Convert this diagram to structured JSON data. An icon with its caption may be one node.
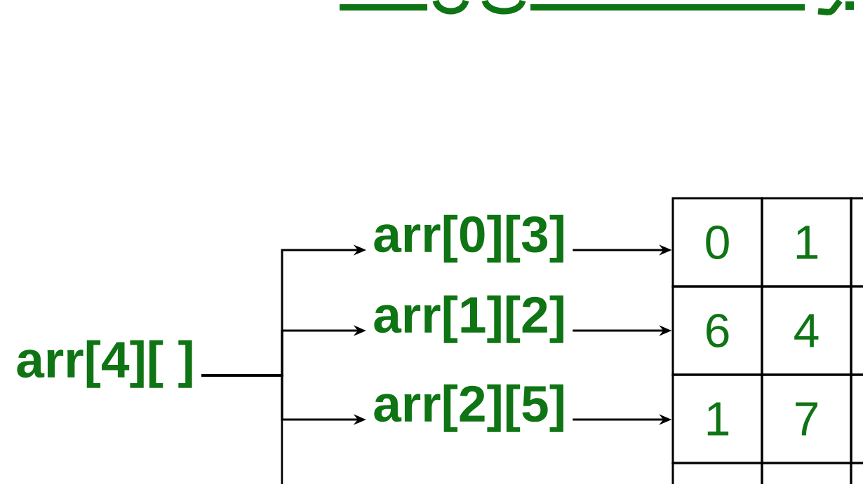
{
  "diagram": {
    "nodes": [
      {
        "text": [
          "arr[4][ ]"
        ]
      },
      {
        "text": [
          "arr[0][3]"
        ]
      },
      {
        "text": [
          "arr[1][2]"
        ]
      },
      {
        "text": [
          "arr[2][5]"
        ]
      },
      {
        "text": [
          "0"
        ]
      },
      {
        "text": [
          "1"
        ]
      },
      {
        "text": [
          "6"
        ]
      },
      {
        "text": [
          "4"
        ]
      },
      {
        "text": [
          "1"
        ]
      },
      {
        "text": [
          "7"
        ]
      }
    ],
    "edges": [
      {
        "from": 0,
        "to": 1,
        "arrow": "to"
      },
      {
        "from": 0,
        "to": 2,
        "arrow": "to"
      },
      {
        "from": 0,
        "to": 3,
        "arrow": "to"
      },
      {
        "from": 0,
        "to": null,
        "arrow": "none"
      },
      {
        "from": 1,
        "to": 4,
        "arrow": "to"
      },
      {
        "from": 2,
        "to": 6,
        "arrow": "to"
      },
      {
        "from": 3,
        "to": 8,
        "arrow": "to"
      }
    ]
  }
}
